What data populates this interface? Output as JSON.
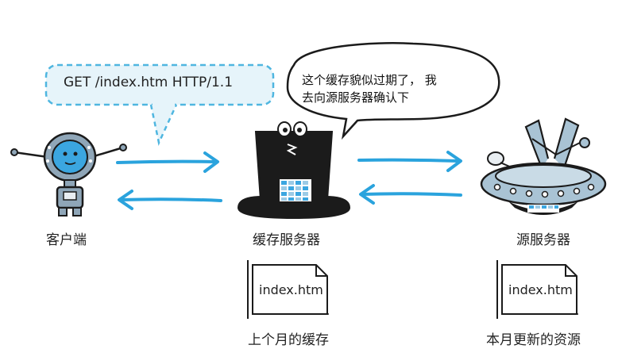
{
  "request": {
    "text": "GET /index.htm HTTP/1.1"
  },
  "speech_bubble": {
    "text": "这个缓存貌似过期了， 我\n去向源服务器确认下"
  },
  "nodes": {
    "client": {
      "label": "客户端"
    },
    "cache_server": {
      "label": "缓存服务器"
    },
    "origin_server": {
      "label": "源服务器"
    }
  },
  "documents": {
    "cache_doc": {
      "filename": "index.htm",
      "caption": "上个月的缓存"
    },
    "origin_doc": {
      "filename": "index.htm",
      "caption": "本月更新的资源"
    }
  },
  "colors": {
    "arrow": "#2aa3dd",
    "bubble_dash": "#4fb6e0",
    "bubble_fill": "#e6f4fa",
    "robot_body": "#8fa6b8",
    "robot_face": "#3ba6e0",
    "hat": "#1b1b1b",
    "ufo": "#a9c3d4"
  }
}
